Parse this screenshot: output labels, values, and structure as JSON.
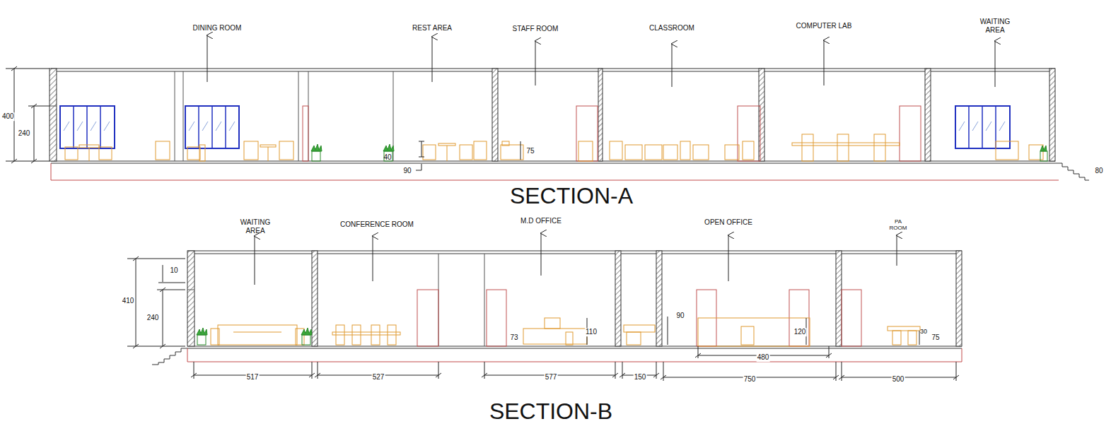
{
  "diagram": {
    "labels": [
      "DINING ROOM",
      "REST AREA",
      "STAFF ROOM",
      "CLASSROOM",
      "COMPUTER LAB",
      "WAITING AREA",
      "400",
      "240",
      "40",
      "90",
      "75",
      "80",
      "SECTION-A",
      "WAITING AREA",
      "CONFERENCE ROOM",
      "M.D OFFICE",
      "OPEN OFFICE",
      "PA ROOM",
      "10",
      "410",
      "240",
      "73",
      "110",
      "90",
      "120",
      "480",
      "30",
      "75",
      "517",
      "527",
      "577",
      "150",
      "750",
      "500",
      "SECTION-B"
    ]
  }
}
